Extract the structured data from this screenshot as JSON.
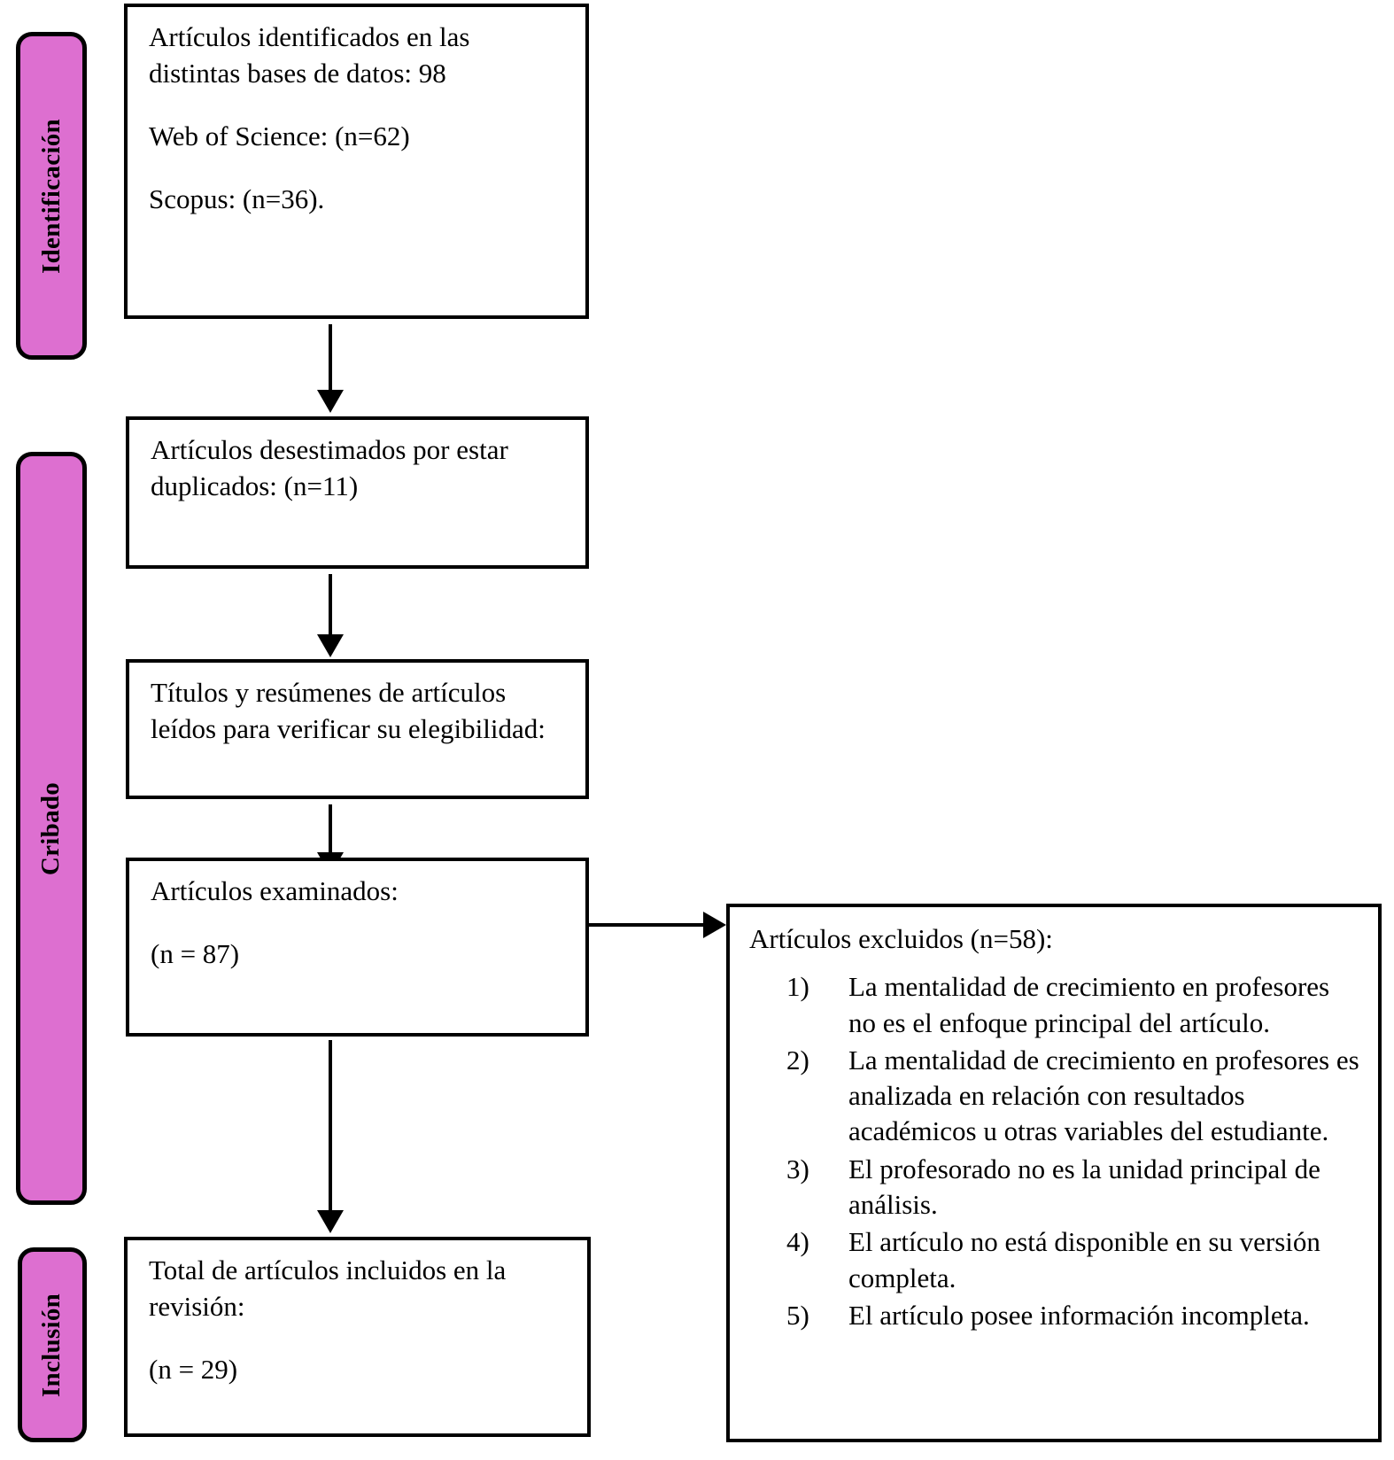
{
  "diagram": {
    "title": "PRISMA flow diagram",
    "accent_color": "#dd6fd0",
    "line_color": "#000000",
    "stages": [
      {
        "key": "identificacion",
        "label": "Identificación"
      },
      {
        "key": "cribado",
        "label": "Cribado"
      },
      {
        "key": "inclusion",
        "label": "Inclusión"
      }
    ],
    "boxes": {
      "identified": {
        "line1": "Artículos identificados en las",
        "line2": "distintas bases de datos: 98",
        "line3": "Web of Science: (n=62)",
        "line4": "Scopus: (n=36)."
      },
      "duplicates": {
        "line1": "Artículos desestimados por estar",
        "line2": "duplicados: (n=11)"
      },
      "titles_abstracts": {
        "line1": "Títulos y resúmenes de artículos",
        "line2": "leídos para verificar su elegibilidad:"
      },
      "screened": {
        "line1": "Artículos examinados:",
        "line2": "(n = 87)"
      },
      "included": {
        "line1": "Total de artículos incluidos en la",
        "line2": "revisión:",
        "line3": "(n = 29)"
      }
    },
    "excluded": {
      "title": "Artículos excluidos (n=58):",
      "reasons": [
        "La mentalidad de crecimiento en profesores no es el enfoque principal del artículo.",
        "La mentalidad de crecimiento en profesores es analizada en relación con resultados académicos u otras variables del estudiante.",
        "El profesorado no es la unidad principal de análisis.",
        "El artículo no está disponible en su versión completa.",
        "El artículo posee información incompleta."
      ]
    }
  }
}
